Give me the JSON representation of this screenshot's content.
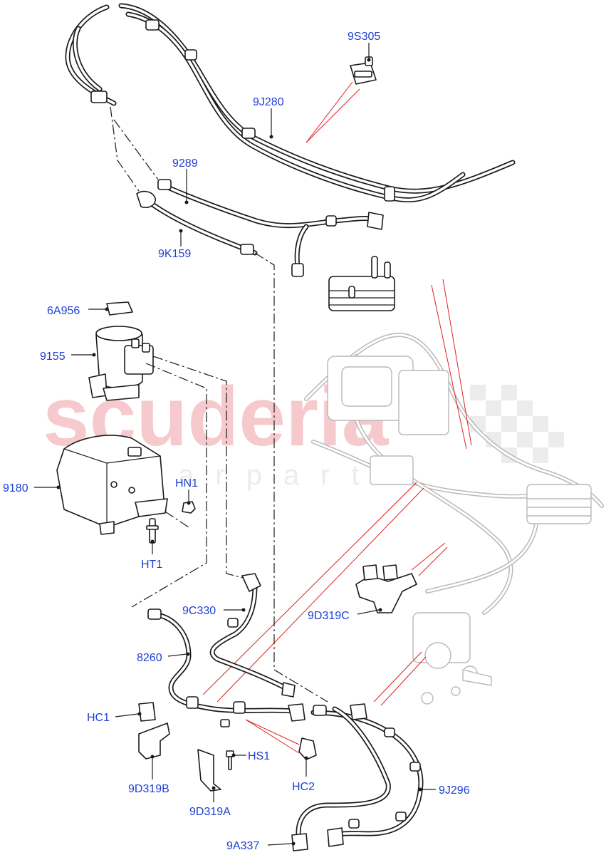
{
  "labels": {
    "9S305": "9S305",
    "9J280": "9J280",
    "9289": "9289",
    "9K159": "9K159",
    "6A956": "6A956",
    "9155": "9155",
    "9180": "9180",
    "HN1": "HN1",
    "HT1": "HT1",
    "9C330": "9C330",
    "9D319C": "9D319C",
    "8260": "8260",
    "HC1": "HC1",
    "HS1": "HS1",
    "9D319B": "9D319B",
    "HC2": "HC2",
    "9D319A": "9D319A",
    "9J296": "9J296",
    "9A337": "9A337"
  },
  "watermark": {
    "main": "scuderia",
    "sub": "carparts"
  },
  "colors": {
    "label": "#1d3fd6",
    "line": "#1a1a1a",
    "reference_line": "#e02020",
    "ghost": "#b8b8b8",
    "watermark": "#f6c9cc"
  }
}
